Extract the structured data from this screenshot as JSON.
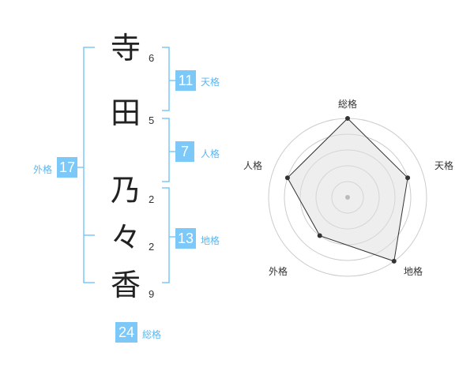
{
  "name": {
    "chars": [
      {
        "char": "寺",
        "strokes": "6"
      },
      {
        "char": "田",
        "strokes": "5"
      },
      {
        "char": "乃",
        "strokes": "2"
      },
      {
        "char": "々",
        "strokes": "2"
      },
      {
        "char": "香",
        "strokes": "9"
      }
    ]
  },
  "fortune": {
    "tenkaku": {
      "label": "天格",
      "value": "11"
    },
    "jinkaku": {
      "label": "人格",
      "value": "7"
    },
    "chikaku": {
      "label": "地格",
      "value": "13"
    },
    "gaikaku": {
      "label": "外格",
      "value": "17"
    },
    "soukaku": {
      "label": "総格",
      "value": "24"
    }
  },
  "radar": {
    "axes": [
      "総格",
      "天格",
      "地格",
      "外格",
      "人格"
    ],
    "levels": 5,
    "values": [
      5,
      4,
      5,
      3,
      4
    ],
    "colors": {
      "line": "#333333",
      "fill": "#dddddd",
      "grid": "#cccccc",
      "center": "#bbbbbb"
    }
  },
  "colors": {
    "bracket": "#7cc8f8",
    "badge": "#7cc8f8"
  }
}
